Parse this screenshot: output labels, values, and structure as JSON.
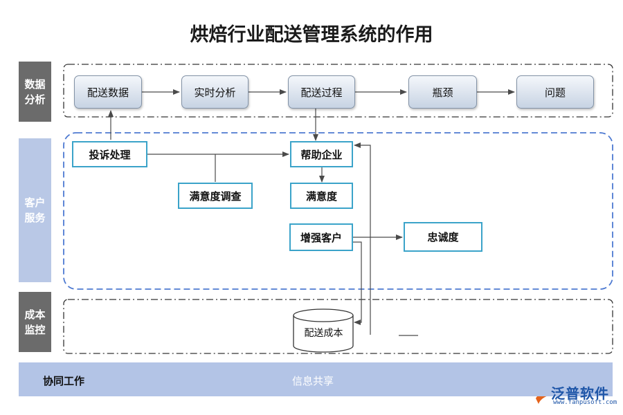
{
  "title": "烘焙行业配送管理系统的作用",
  "sections": {
    "data_analysis": "数据分析",
    "customer_service": "客户服务",
    "cost_control": "成本监控"
  },
  "flow": [
    "配送数据",
    "实时分析",
    "配送过程",
    "瓶颈",
    "问题"
  ],
  "service": {
    "complaint": "投诉处理",
    "help": "帮助企业",
    "survey": "满意度调查",
    "satisfaction": "满意度",
    "enhance": "增强客户",
    "loyalty": "忠诚度"
  },
  "cost": {
    "cylinder": "配送成本"
  },
  "bottom": {
    "label": "协同工作",
    "center": "信息共享"
  },
  "logo": {
    "name": "泛普软件",
    "url": "www.fanpusoft.com"
  },
  "colors": {
    "side_dark": "#6b6b6b",
    "side_light": "#b9c8e6",
    "accent_border": "#3aa3c9",
    "dashed_blue": "#4d79d1",
    "bottom_bar": "#b3c4e6"
  }
}
